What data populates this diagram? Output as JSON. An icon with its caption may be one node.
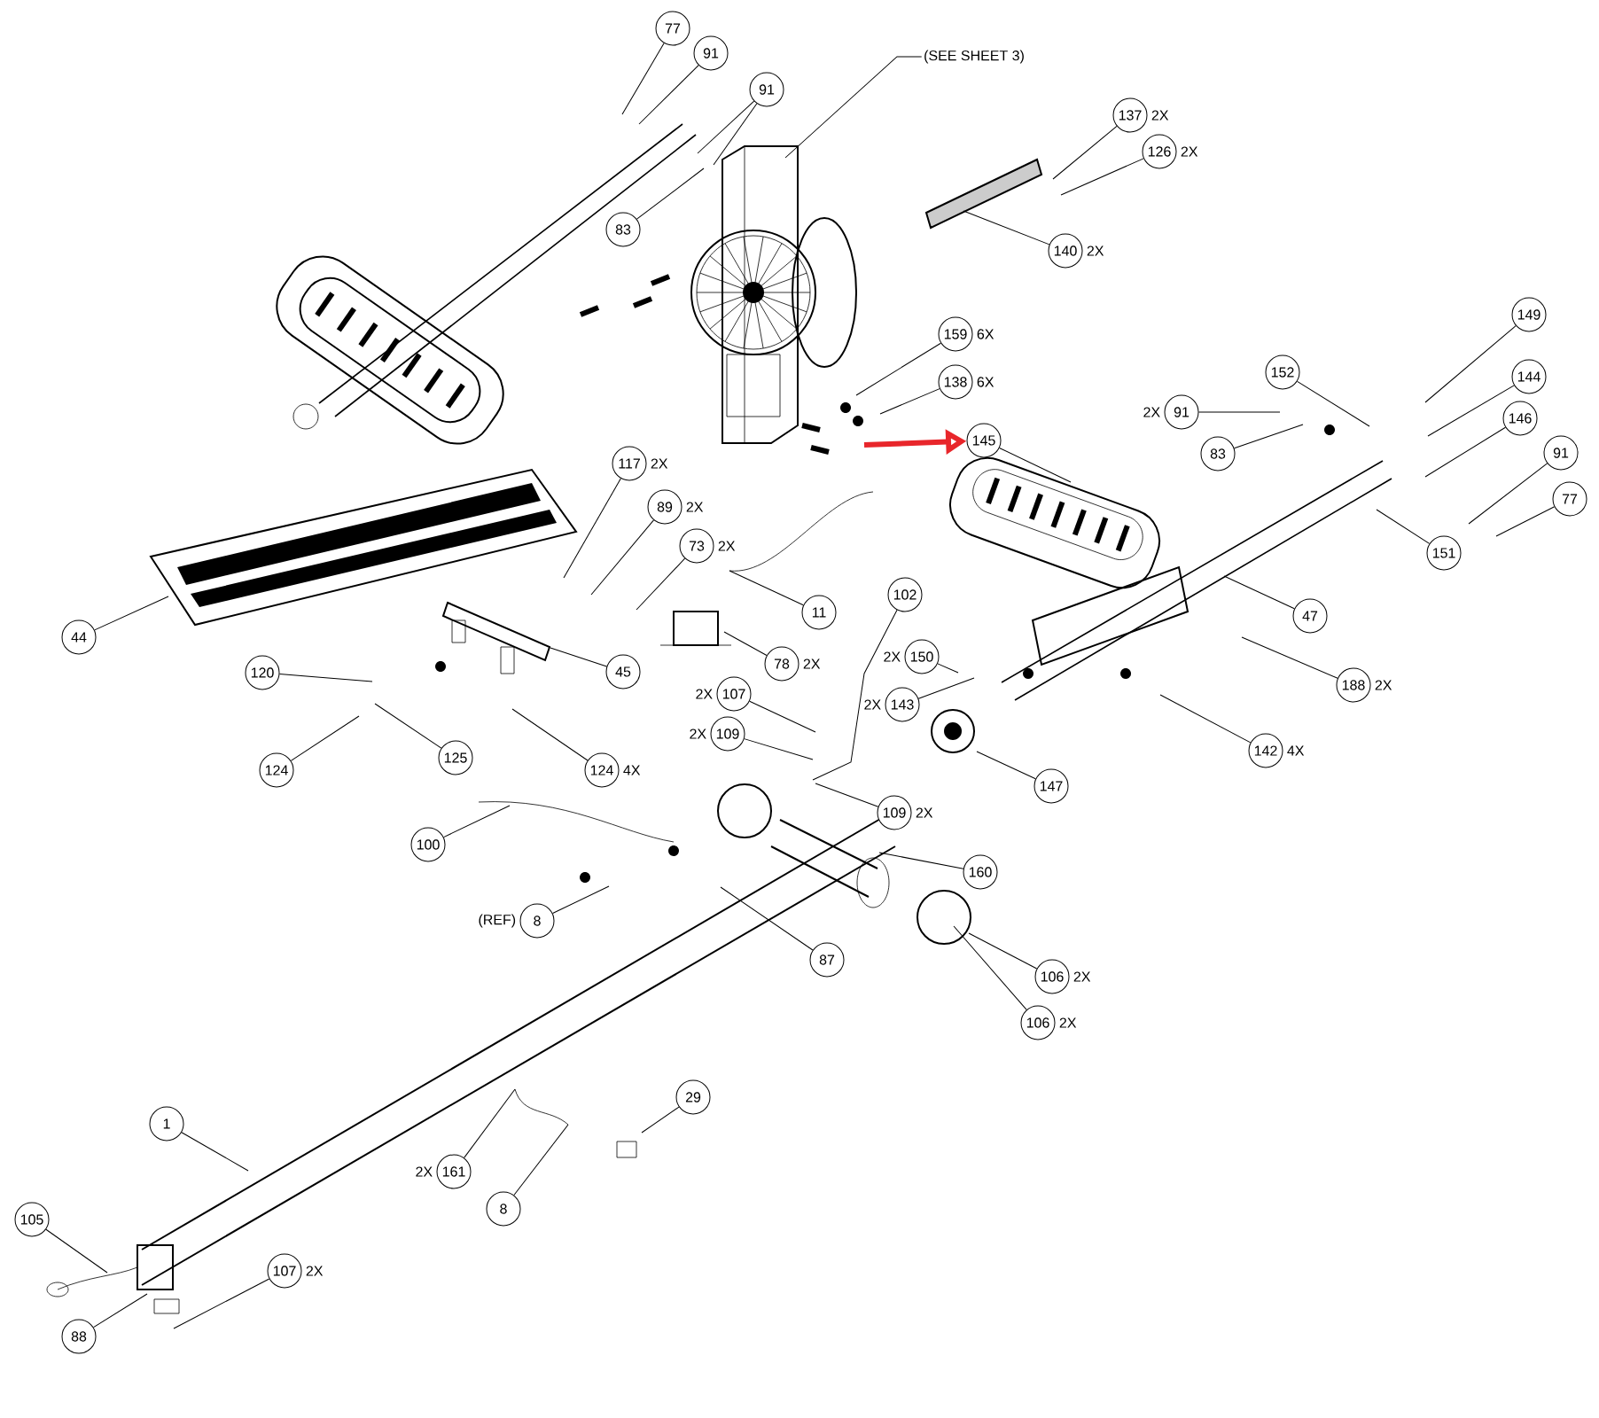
{
  "diagram": {
    "nodes": [
      {
        "text": [
          "77"
        ]
      },
      {
        "text": [
          "91"
        ]
      },
      {
        "text": [
          "91"
        ]
      },
      {
        "text": [
          "83"
        ]
      },
      {
        "text": [
          "(SEE SHEET 3)"
        ]
      },
      {
        "text": [
          "137"
        ],
        "beside": [
          "2X"
        ]
      },
      {
        "text": [
          "126"
        ],
        "beside": [
          "2X"
        ]
      },
      {
        "text": [
          "140"
        ],
        "beside": [
          "2X"
        ]
      },
      {
        "text": [
          "159"
        ],
        "beside": [
          "6X"
        ]
      },
      {
        "text": [
          "138"
        ],
        "beside": [
          "6X"
        ]
      },
      {
        "text": [
          "145"
        ]
      },
      {
        "text": [
          "149"
        ]
      },
      {
        "text": [
          "152"
        ]
      },
      {
        "text": [
          "144"
        ]
      },
      {
        "text": [
          "91"
        ],
        "beside": [
          "2X"
        ]
      },
      {
        "text": [
          "146"
        ]
      },
      {
        "text": [
          "83"
        ]
      },
      {
        "text": [
          "91"
        ]
      },
      {
        "text": [
          "77"
        ]
      },
      {
        "text": [
          "151"
        ]
      },
      {
        "text": [
          "117"
        ],
        "beside": [
          "2X"
        ]
      },
      {
        "text": [
          "89"
        ],
        "beside": [
          "2X"
        ]
      },
      {
        "text": [
          "73"
        ],
        "beside": [
          "2X"
        ]
      },
      {
        "text": [
          "11"
        ]
      },
      {
        "text": [
          "102"
        ]
      },
      {
        "text": [
          "47"
        ]
      },
      {
        "text": [
          "44"
        ]
      },
      {
        "text": [
          "45"
        ]
      },
      {
        "text": [
          "78"
        ],
        "beside": [
          "2X"
        ]
      },
      {
        "text": [
          "120"
        ]
      },
      {
        "text": [
          "150"
        ],
        "beside": [
          "2X"
        ]
      },
      {
        "text": [
          "143"
        ],
        "beside": [
          "2X"
        ]
      },
      {
        "text": [
          "188"
        ],
        "beside": [
          "2X"
        ]
      },
      {
        "text": [
          "107"
        ],
        "beside": [
          "2X"
        ]
      },
      {
        "text": [
          "109"
        ],
        "beside": [
          "2X"
        ]
      },
      {
        "text": [
          "124"
        ]
      },
      {
        "text": [
          "125"
        ]
      },
      {
        "text": [
          "124"
        ],
        "beside": [
          "4X"
        ]
      },
      {
        "text": [
          "142"
        ],
        "beside": [
          "4X"
        ]
      },
      {
        "text": [
          "147"
        ]
      },
      {
        "text": [
          "100"
        ]
      },
      {
        "text": [
          "109"
        ],
        "beside": [
          "2X"
        ]
      },
      {
        "text": [
          "160"
        ]
      },
      {
        "text": [
          "8"
        ],
        "beside": [
          "(REF)"
        ]
      },
      {
        "text": [
          "87"
        ]
      },
      {
        "text": [
          "106"
        ],
        "beside": [
          "2X"
        ]
      },
      {
        "text": [
          "106"
        ],
        "beside": [
          "2X"
        ]
      },
      {
        "text": [
          "1"
        ]
      },
      {
        "text": [
          "29"
        ]
      },
      {
        "text": [
          "161"
        ],
        "beside": [
          "2X"
        ]
      },
      {
        "text": [
          "8"
        ]
      },
      {
        "text": [
          "105"
        ]
      },
      {
        "text": [
          "107"
        ],
        "beside": [
          "2X"
        ]
      },
      {
        "text": [
          "88"
        ]
      }
    ],
    "edges": [
      {
        "from": 0,
        "to": null,
        "arrow": "none"
      },
      {
        "from": 1,
        "to": null,
        "arrow": "none"
      },
      {
        "from": 2,
        "to": null,
        "arrow": "none"
      },
      {
        "from": 3,
        "to": null,
        "arrow": "none"
      },
      {
        "from": 4,
        "to": null,
        "arrow": "none"
      },
      {
        "from": 5,
        "to": null,
        "arrow": "none"
      },
      {
        "from": 6,
        "to": null,
        "arrow": "none"
      },
      {
        "from": 7,
        "to": null,
        "arrow": "none"
      },
      {
        "from": 8,
        "to": null,
        "arrow": "none"
      },
      {
        "from": 9,
        "to": null,
        "arrow": "none"
      },
      {
        "from": 10,
        "to": null,
        "arrow": "none"
      },
      {
        "from": 11,
        "to": null,
        "arrow": "none"
      },
      {
        "from": 12,
        "to": null,
        "arrow": "none"
      },
      {
        "from": 13,
        "to": null,
        "arrow": "none"
      },
      {
        "from": 14,
        "to": null,
        "arrow": "none"
      },
      {
        "from": 15,
        "to": null,
        "arrow": "none"
      },
      {
        "from": 16,
        "to": null,
        "arrow": "none"
      },
      {
        "from": 17,
        "to": null,
        "arrow": "none"
      },
      {
        "from": 18,
        "to": null,
        "arrow": "none"
      },
      {
        "from": 19,
        "to": null,
        "arrow": "none"
      },
      {
        "from": 20,
        "to": null,
        "arrow": "none"
      },
      {
        "from": 21,
        "to": null,
        "arrow": "none"
      },
      {
        "from": 22,
        "to": null,
        "arrow": "none"
      },
      {
        "from": 23,
        "to": null,
        "arrow": "none"
      },
      {
        "from": 24,
        "to": null,
        "arrow": "none"
      },
      {
        "from": 25,
        "to": null,
        "arrow": "none"
      },
      {
        "from": 26,
        "to": null,
        "arrow": "none"
      },
      {
        "from": 27,
        "to": null,
        "arrow": "none"
      },
      {
        "from": 28,
        "to": null,
        "arrow": "none"
      },
      {
        "from": 29,
        "to": null,
        "arrow": "none"
      },
      {
        "from": 30,
        "to": null,
        "arrow": "none"
      },
      {
        "from": 31,
        "to": null,
        "arrow": "none"
      },
      {
        "from": 32,
        "to": null,
        "arrow": "none"
      },
      {
        "from": 33,
        "to": null,
        "arrow": "none"
      },
      {
        "from": 34,
        "to": null,
        "arrow": "none"
      },
      {
        "from": 35,
        "to": null,
        "arrow": "none"
      },
      {
        "from": 36,
        "to": null,
        "arrow": "none"
      },
      {
        "from": 37,
        "to": null,
        "arrow": "none"
      },
      {
        "from": 38,
        "to": null,
        "arrow": "none"
      },
      {
        "from": 39,
        "to": null,
        "arrow": "none"
      },
      {
        "from": 40,
        "to": null,
        "arrow": "none"
      },
      {
        "from": 41,
        "to": null,
        "arrow": "none"
      },
      {
        "from": 42,
        "to": null,
        "arrow": "none"
      },
      {
        "from": 43,
        "to": null,
        "arrow": "none"
      },
      {
        "from": 44,
        "to": null,
        "arrow": "none"
      },
      {
        "from": 45,
        "to": null,
        "arrow": "none"
      },
      {
        "from": 46,
        "to": null,
        "arrow": "none"
      },
      {
        "from": 47,
        "to": null,
        "arrow": "none"
      },
      {
        "from": 48,
        "to": null,
        "arrow": "none"
      },
      {
        "from": 49,
        "to": null,
        "arrow": "none"
      },
      {
        "from": 50,
        "to": null,
        "arrow": "none"
      },
      {
        "from": 51,
        "to": null,
        "arrow": "none"
      },
      {
        "from": 52,
        "to": null,
        "arrow": "none"
      },
      {
        "from": 53,
        "to": null,
        "arrow": "none"
      },
      {
        "from": 2,
        "to": null,
        "arrow": "none"
      },
      {
        "from": null,
        "to": 10,
        "arrow": "to",
        "style": "thick",
        "color": "#e8262b"
      }
    ]
  }
}
